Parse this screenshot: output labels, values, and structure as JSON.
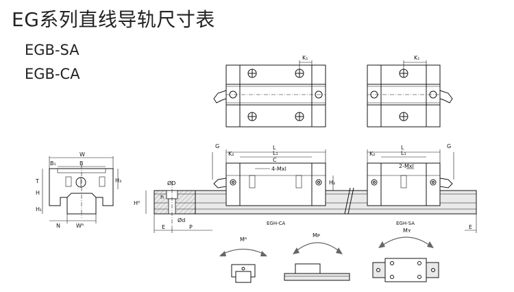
{
  "title": "EG系列直线导轨尺寸表",
  "models": [
    "EGB-SA",
    "EGB-CA"
  ],
  "dims": {
    "K1": "K₁",
    "W": "W",
    "B": "B",
    "B1": "B₁",
    "T": "T",
    "H": "H",
    "H1": "H₁",
    "H2": "H₂",
    "H3": "H₃",
    "N": "N",
    "WR": "Wᴿ",
    "HR": "Hᴿ",
    "phiD": "ØD",
    "h": "h",
    "phid": "Ød",
    "E": "E",
    "P": "P",
    "G": "G",
    "K2": "K₂",
    "L": "L",
    "L1": "L₁",
    "C": "C",
    "mxl4": "4-Mxl",
    "mxl2": "2-Mxl",
    "MR": "Mᴿ",
    "MP": "Mᴘ",
    "MY": "Mʏ"
  },
  "captions": {
    "ca": "EGH-CA",
    "sa": "EGH-SA"
  }
}
